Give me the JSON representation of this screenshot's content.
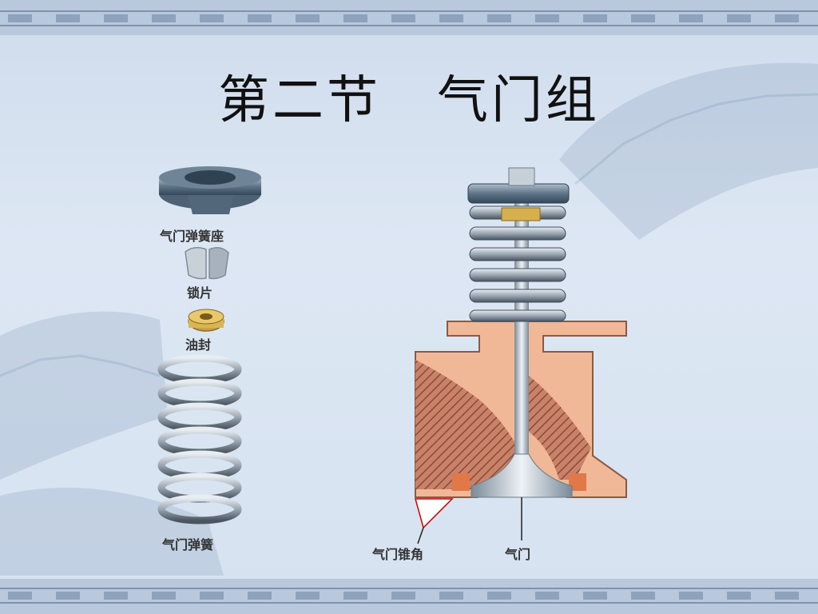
{
  "title": {
    "part1": "第二节",
    "part2": "气门组"
  },
  "parts": {
    "spring_seat": "气门弹簧座",
    "valve_lock": "锁片",
    "oil_seal": "油封",
    "valve_spring": "气门弹簧"
  },
  "assembly": {
    "valve_angle": "气门锥角",
    "valve": "气门"
  },
  "colors": {
    "background": "#d6e2f0",
    "band": "#b9c8dc",
    "metal": "#6f8597",
    "head_section": "#f0b896",
    "head_hatch": "#b06a4c",
    "oil_seal": "#c8a040"
  }
}
